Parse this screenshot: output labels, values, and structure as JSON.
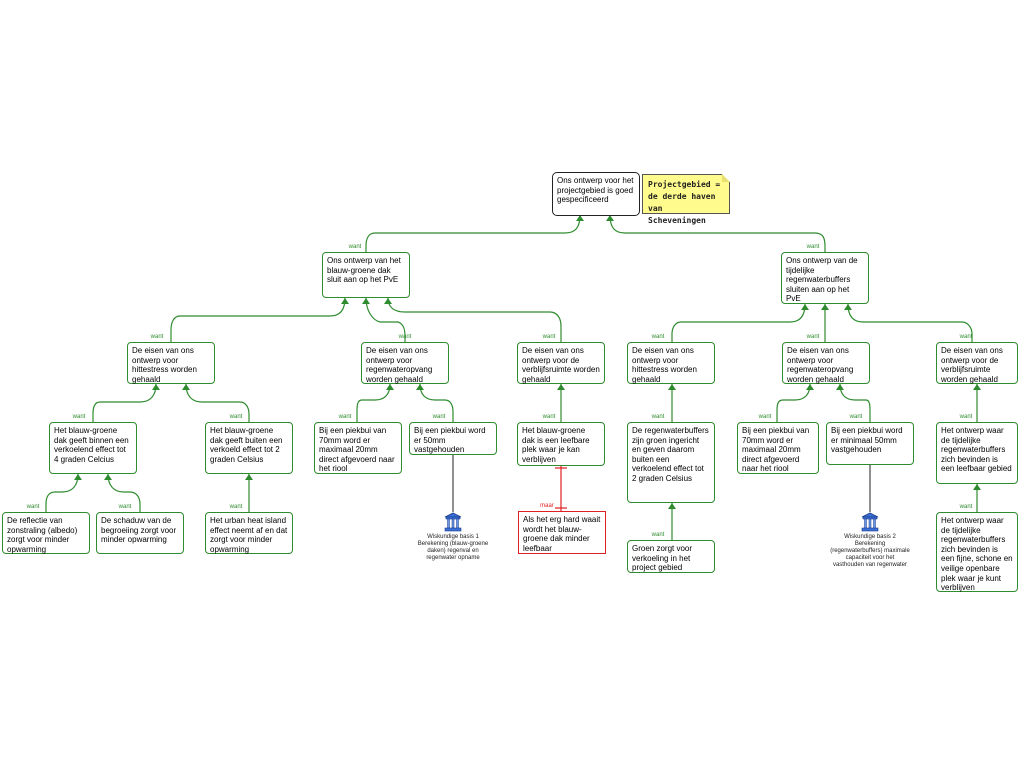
{
  "diagram": {
    "root": {
      "text": "Ons ontwerp voor het projectgebied is goed gespecificeerd"
    },
    "note": {
      "text": "Projectgebied = de derde haven van Scheveningen"
    },
    "links": {
      "because": "want",
      "objection": "maar"
    },
    "left_branch": {
      "claim": "Ons ontwerp van het blauw-groene dak sluit aan op het PvE",
      "hitte": {
        "claim": "De eisen van ons ontwerp voor hittestress worden gehaald",
        "a": "Het blauw-groene dak geeft binnen een verkoelend effect tot 4 graden Celcius",
        "a1": "De reflectie van zonstraling (albedo) zorgt voor minder opwarming",
        "a2": "De schaduw van de begroeiing zorgt voor minder opwarming",
        "b": "Het blauw-groene dak geeft buiten een verkoeld effect tot 2 graden Celsius",
        "b1": "Het urban heat island effect neemt af en dat zorgt voor minder opwarming"
      },
      "regen": {
        "claim": "De eisen van ons ontwerp voor regenwateropvang worden gehaald",
        "a": "Bij een piekbui van 70mm word er maximaal 20mm direct afgevoerd naar het riool",
        "b": "Bij een piekbui word er 50mm vastgehouden",
        "resource": "Wiskundige basis 1 Berekening (blauw-groene daken) regenval en regenwater opname"
      },
      "verblijf": {
        "claim": "De eisen van ons ontwerp voor de verblijfsruimte worden gehaald",
        "a": "Het blauw-groene dak is een leefbare plek waar je kan verblijven",
        "objection": "Als het erg hard waait wordt het blauw-groene dak minder leefbaar"
      }
    },
    "right_branch": {
      "claim": "Ons ontwerp van de tijdelijke regenwaterbuffers sluiten aan op het PvE",
      "hitte": {
        "claim": "De eisen van ons ontwerp voor hittestress worden gehaald",
        "a": "De regenwaterbuffers zijn groen ingericht en geven daarom buiten een verkoelend effect tot 2 graden Celsius",
        "a1": "Groen zorgt voor verkoeling in het project gebied"
      },
      "regen": {
        "claim": "De eisen van ons ontwerp voor regenwateropvang worden gehaald",
        "a": "Bij een piekbui van 70mm word er maximaal 20mm direct afgevoerd naar het riool",
        "b": "Bij een piekbui word er minimaal 50mm vastgehouden",
        "resource": "Wiskundige basis 2 Berekening (regenwaterbuffers) maximale capaciteit voor het vasthouden van regenwater"
      },
      "verblijf": {
        "claim": "De eisen van ons ontwerp voor de verblijfsruimte worden gehaald",
        "a": "Het ontwerp waar de tijdelijke regenwaterbuffers zich bevinden is een leefbaar gebied",
        "a1": "Het ontwerp waar de tijdelijke regenwaterbuffers zich bevinden is een fijne, schone en veilige openbare plek waar je kunt verblijven"
      }
    },
    "colors": {
      "support": "#2e8b2e",
      "objection": "#e02020",
      "note_bg": "#fffb8c",
      "resource_icon": "#3b6fd8"
    }
  }
}
